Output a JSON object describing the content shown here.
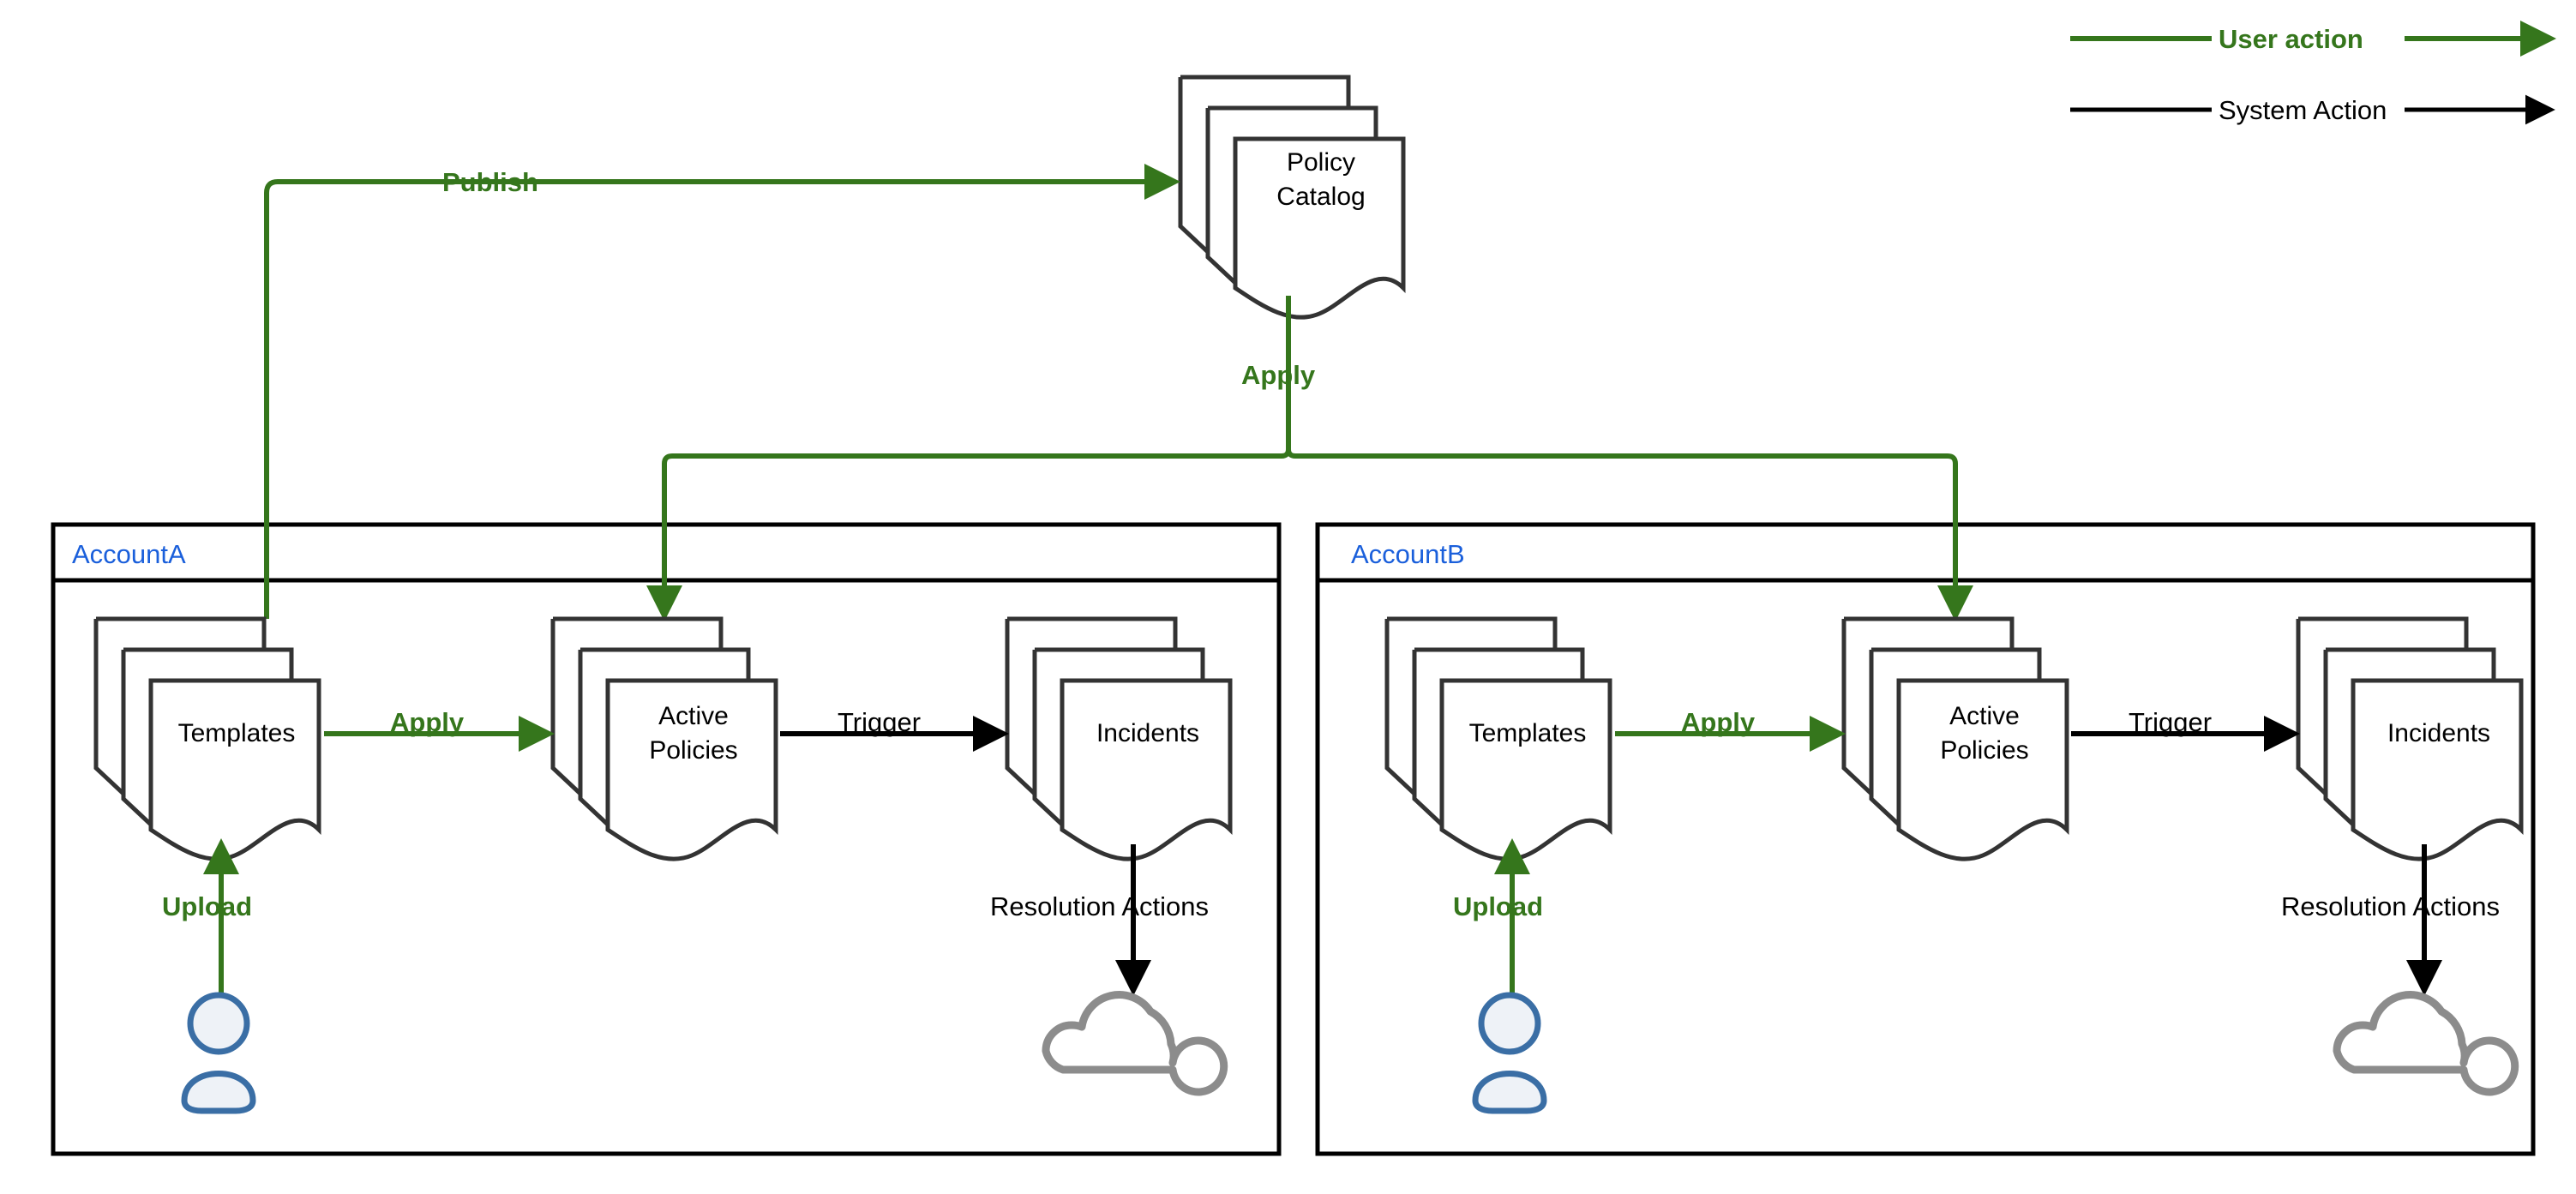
{
  "diagram": {
    "title": "Multi-account policy publishing and enforcement flow",
    "colors": {
      "user_action_green": "#35761c",
      "system_action_black": "#000000",
      "account_title_blue": "#1a5fdb",
      "document_stroke": "#333333",
      "actor_stroke": "#3a6ea5",
      "actor_fill": "#eef2f7",
      "cloud_stroke": "#8c8c8c",
      "container_stroke": "#000000",
      "background": "#ffffff"
    },
    "legend": {
      "items": [
        {
          "label": "User action",
          "color": "#35761c",
          "bold": true,
          "icon": "arrow-right-icon"
        },
        {
          "label": "System Action",
          "color": "#000000",
          "bold": false,
          "icon": "arrow-right-icon"
        }
      ]
    },
    "shared": {
      "policy_catalog": {
        "label_line1": "Policy",
        "label_line2": "Catalog",
        "shape": "stacked-document"
      }
    },
    "edges": {
      "publish": "Publish",
      "apply_global": "Apply",
      "apply_local": "Apply",
      "trigger": "Trigger",
      "upload": "Upload",
      "resolution_actions": "Resolution Actions"
    },
    "accounts": [
      {
        "title": "AccountA",
        "nodes": {
          "templates": {
            "label": "Templates",
            "shape": "stacked-document"
          },
          "active_policies": {
            "label_line1": "Active",
            "label_line2": "Policies",
            "shape": "stacked-document"
          },
          "incidents": {
            "label": "Incidents",
            "shape": "stacked-document"
          },
          "actor": {
            "name": "user-actor",
            "shape": "person"
          },
          "cloud": {
            "name": "cloud-target",
            "shape": "cloud"
          }
        },
        "edges": {
          "upload": "Upload",
          "apply": "Apply",
          "trigger": "Trigger",
          "resolution_actions": "Resolution Actions"
        }
      },
      {
        "title": "AccountB",
        "nodes": {
          "templates": {
            "label": "Templates",
            "shape": "stacked-document"
          },
          "active_policies": {
            "label_line1": "Active",
            "label_line2": "Policies",
            "shape": "stacked-document"
          },
          "incidents": {
            "label": "Incidents",
            "shape": "stacked-document"
          },
          "actor": {
            "name": "user-actor",
            "shape": "person"
          },
          "cloud": {
            "name": "cloud-target",
            "shape": "cloud"
          }
        },
        "edges": {
          "upload": "Upload",
          "apply": "Apply",
          "trigger": "Trigger",
          "resolution_actions": "Resolution Actions"
        }
      }
    ]
  }
}
